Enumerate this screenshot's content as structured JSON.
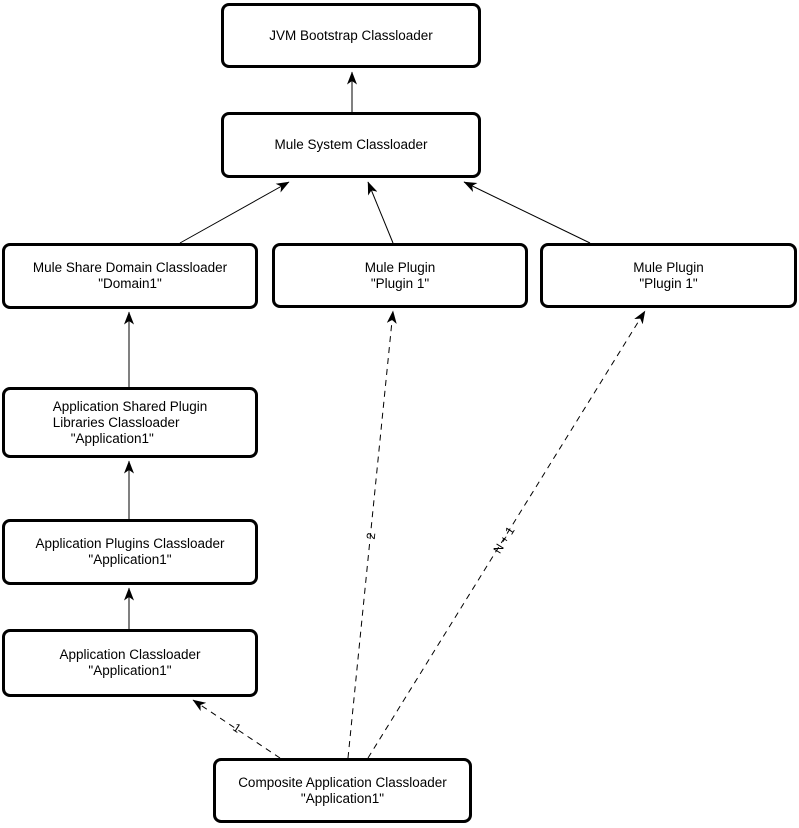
{
  "nodes": {
    "jvm_bootstrap": {
      "lines": [
        "JVM Bootstrap Classloader"
      ]
    },
    "mule_system": {
      "lines": [
        "Mule System Classloader"
      ]
    },
    "mule_share_domain": {
      "lines": [
        "Mule Share Domain Classloader",
        "\"Domain1\""
      ]
    },
    "mule_plugin_center": {
      "lines": [
        "Mule Plugin",
        "\"Plugin 1\""
      ]
    },
    "mule_plugin_right": {
      "lines": [
        "Mule Plugin",
        "\"Plugin 1\""
      ]
    },
    "app_shared_plugin_libraries": {
      "lines": [
        "Application Shared Plugin",
        "Libraries Classloader",
        "\"Application1\""
      ]
    },
    "app_plugins": {
      "lines": [
        "Application Plugins Classloader",
        "\"Application1\""
      ]
    },
    "app_classloader": {
      "lines": [
        "Application Classloader",
        "\"Application1\""
      ]
    },
    "composite_app": {
      "lines": [
        "Composite Application Classloader",
        "\"Application1\""
      ]
    }
  },
  "edge_labels": {
    "composite_to_app_classloader": "1",
    "composite_to_plugin_center": "2",
    "composite_to_plugin_right": "N + 1"
  },
  "colors": {
    "line": "#000000",
    "box_border": "#000000",
    "box_fill": "#ffffff",
    "background": "#ffffff"
  }
}
